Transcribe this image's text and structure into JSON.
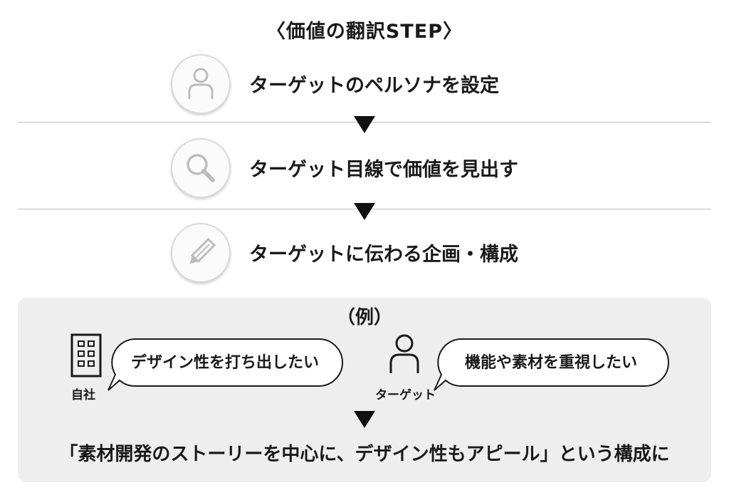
{
  "title": "〈価値の翻訳STEP〉",
  "steps": [
    {
      "label": "ターゲットのペルソナを設定",
      "icon": "person-icon"
    },
    {
      "label": "ターゲット目線で価値を見出す",
      "icon": "magnifier-icon"
    },
    {
      "label": "ターゲットに伝わる企画・構成",
      "icon": "pencil-icon"
    }
  ],
  "example": {
    "label": "（例）",
    "company": {
      "caption": "自社",
      "speech": "デザイン性を打ち出したい",
      "icon": "building-icon"
    },
    "target": {
      "caption": "ターゲット",
      "speech": "機能や素材を重視したい",
      "icon": "person-icon"
    },
    "conclusion": "「素材開発のストーリーを中心に、デザイン性もアピール」という構成に"
  }
}
